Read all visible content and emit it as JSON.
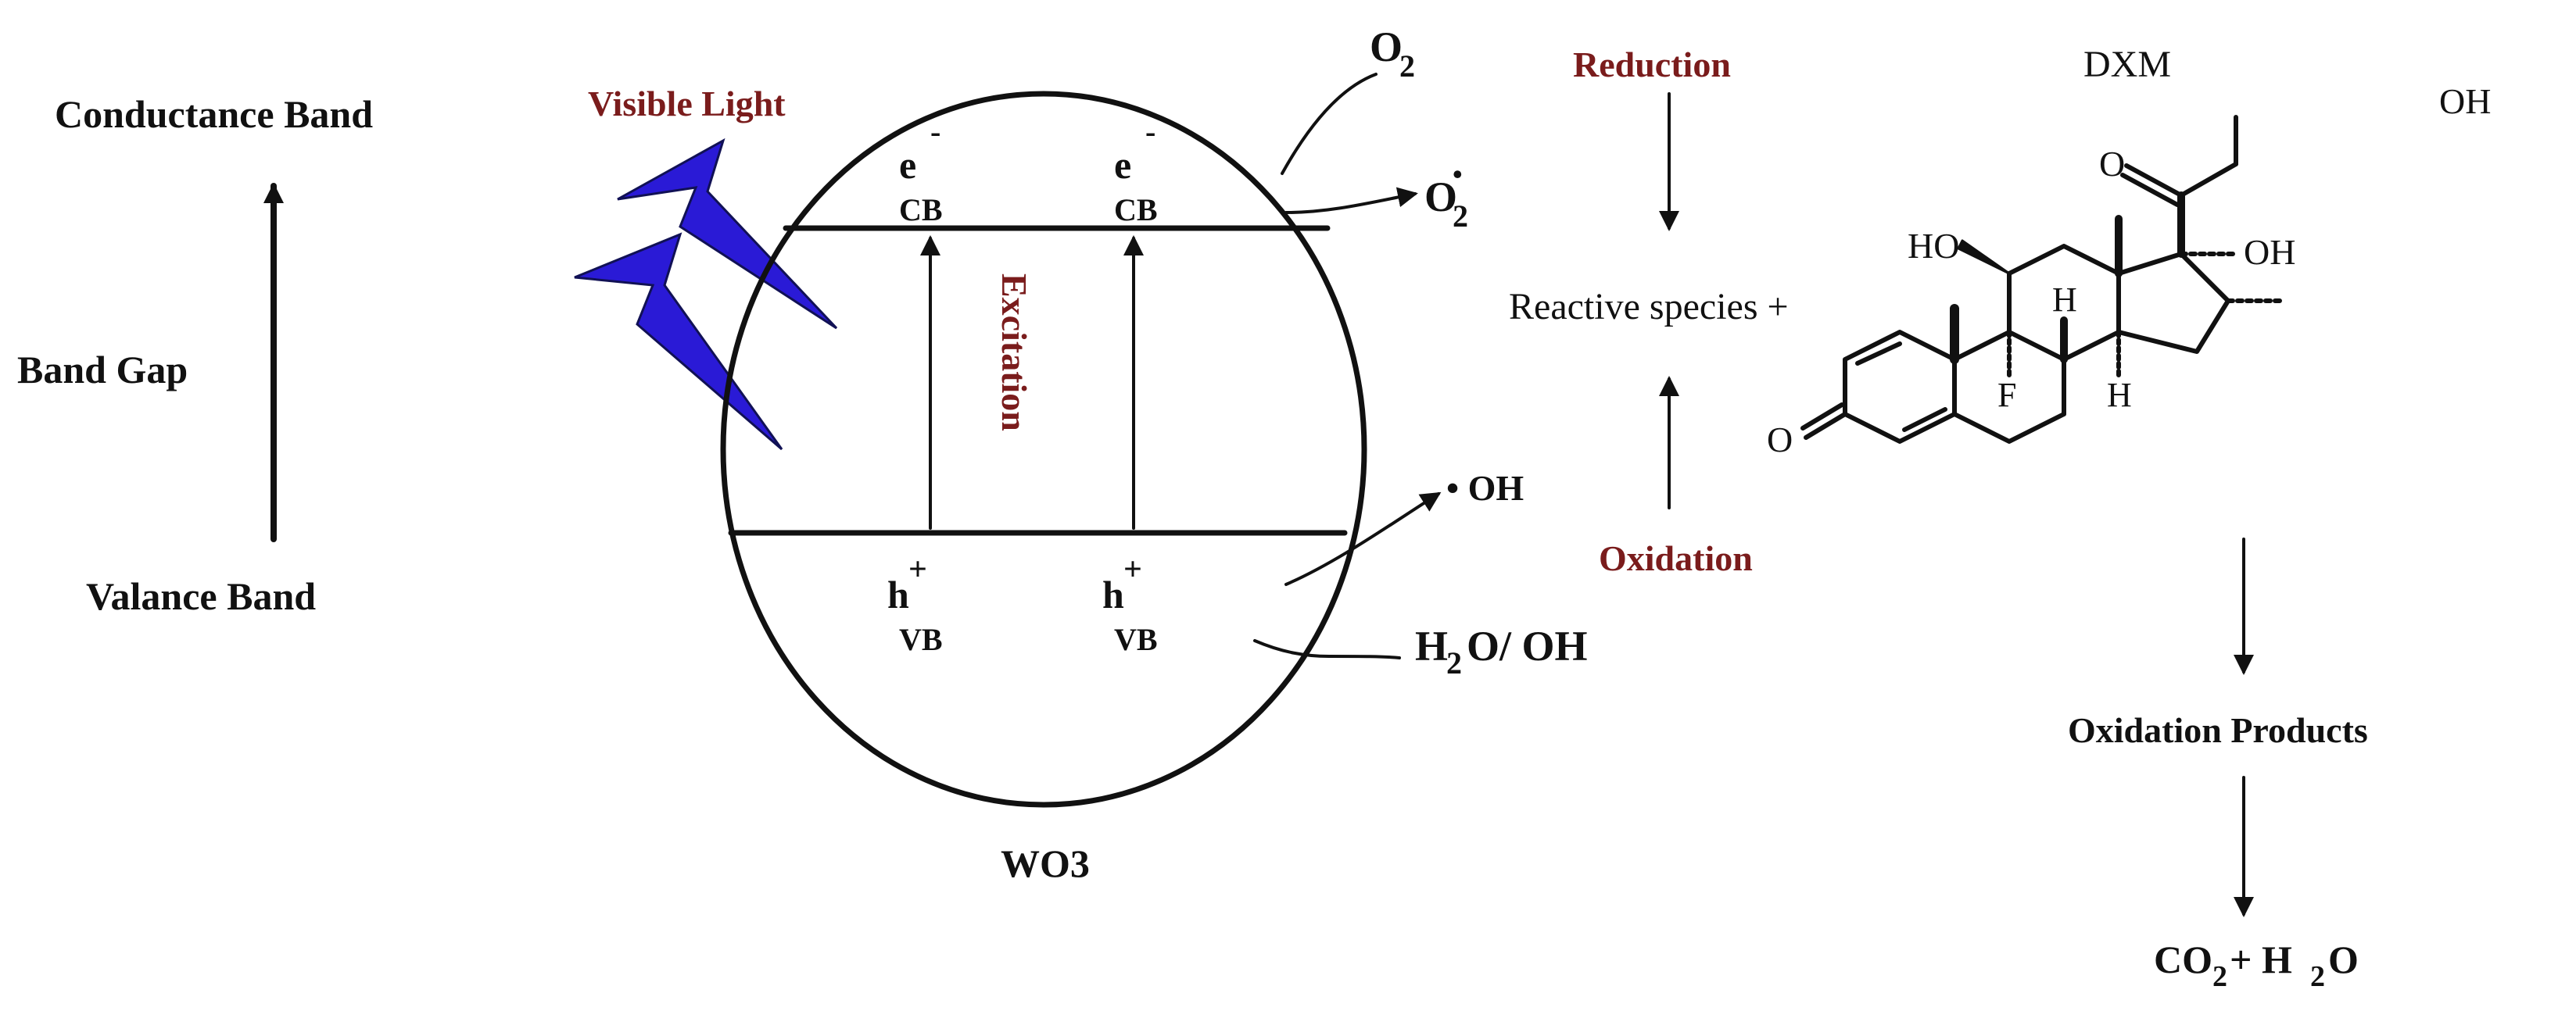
{
  "colors": {
    "ink": "#111111",
    "label_red": "#7a1c1c",
    "lightning": "#2a1ad6"
  },
  "icons": [
    "lightning-bolt-icon"
  ],
  "band": {
    "conductance": "Conductance Band",
    "gap": "Band Gap",
    "valance": "Valance Band"
  },
  "light": {
    "label": "Visible Light"
  },
  "particle": {
    "name": "WO3",
    "electron": "e",
    "electron_charge": "-",
    "cb_sub": "CB",
    "hole": "h",
    "hole_charge": "+",
    "vb_sub": "VB",
    "excitation": "Excitation"
  },
  "species": {
    "o2_main": "O",
    "o2_sub": "2",
    "o2rad_main": "O",
    "o2rad_sub": "2",
    "o2rad_dot": "•",
    "oh_radical": "• OH",
    "water_h": "H",
    "water_sub": "2",
    "water_rest": "O/ OH"
  },
  "process": {
    "reduction": "Reduction",
    "reactive": "Reactive species +",
    "oxidation": "Oxidation"
  },
  "dxm": {
    "name": "DXM",
    "labels": {
      "oh_top": "OH",
      "o_ketone": "O",
      "ho": "HO",
      "oh17": "OH",
      "h8": "H",
      "f": "F",
      "h14": "H",
      "o3": "O"
    },
    "products": "Oxidation Products",
    "final_co": "CO",
    "final_sub": "2",
    "final_rest": "+ H",
    "final_sub2": "2",
    "final_o": "O"
  }
}
